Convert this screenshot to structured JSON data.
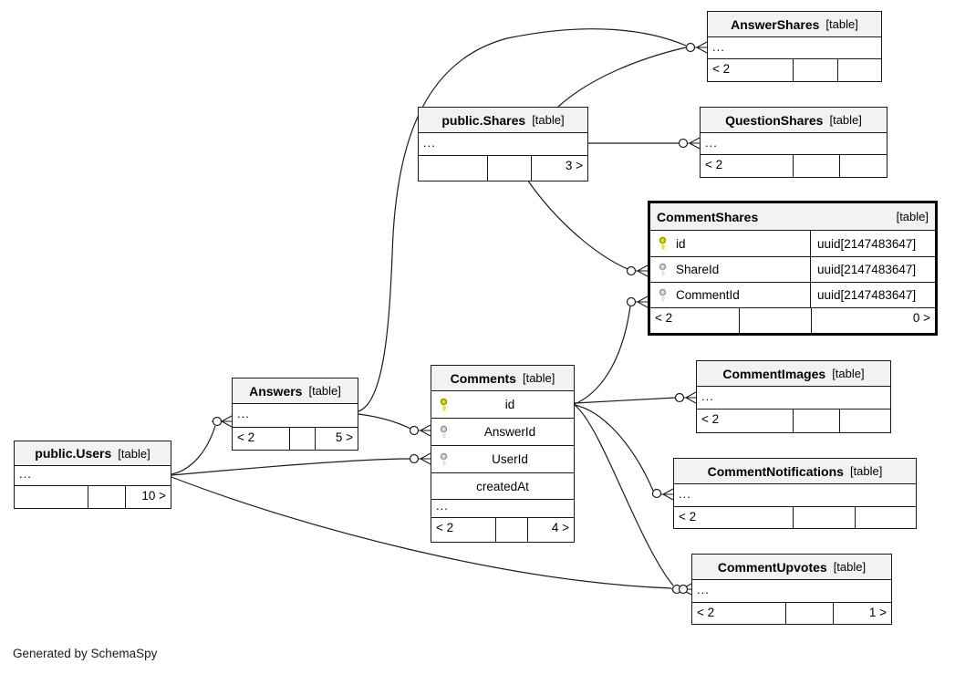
{
  "colors": {
    "header_bg": "#f2f2f2",
    "primary_key_fill": "#e4e000",
    "primary_key_stroke": "#8f8f00",
    "foreign_key_fill": "#dedede",
    "foreign_key_stroke": "#909090",
    "edge": "#1c1c1c"
  },
  "footer_note": "Generated by SchemaSpy",
  "entities": {
    "answer_shares": {
      "name": "AnswerShares",
      "tag": "[table]",
      "ellipsis": "...",
      "footer": {
        "left": "< 2",
        "mid": "",
        "right": ""
      }
    },
    "shares": {
      "name": "public.Shares",
      "tag": "[table]",
      "ellipsis": "...",
      "footer": {
        "left": "",
        "mid": "",
        "right": "3 >"
      }
    },
    "question_shares": {
      "name": "QuestionShares",
      "tag": "[table]",
      "ellipsis": "...",
      "footer": {
        "left": "< 2",
        "mid": "",
        "right": ""
      }
    },
    "comment_shares": {
      "name": "CommentShares",
      "tag": "[table]",
      "columns": [
        {
          "icon": "primary-key",
          "name": "id",
          "type": "uuid[2147483647]"
        },
        {
          "icon": "foreign-key",
          "name": "ShareId",
          "type": "uuid[2147483647]"
        },
        {
          "icon": "foreign-key",
          "name": "CommentId",
          "type": "uuid[2147483647]"
        }
      ],
      "footer": {
        "left": "< 2",
        "mid": "",
        "right": "0 >"
      }
    },
    "answers": {
      "name": "Answers",
      "tag": "[table]",
      "ellipsis": "...",
      "footer": {
        "left": "< 2",
        "mid": "",
        "right": "5 >"
      }
    },
    "comments": {
      "name": "Comments",
      "tag": "[table]",
      "columns": [
        {
          "icon": "primary-key",
          "name": "id"
        },
        {
          "icon": "foreign-key",
          "name": "AnswerId"
        },
        {
          "icon": "foreign-key",
          "name": "UserId"
        },
        {
          "icon": "",
          "name": "createdAt"
        }
      ],
      "ellipsis": "...",
      "footer": {
        "left": "< 2",
        "mid": "",
        "right": "4 >"
      }
    },
    "users": {
      "name": "public.Users",
      "tag": "[table]",
      "ellipsis": "...",
      "footer": {
        "left": "",
        "mid": "",
        "right": "10 >"
      }
    },
    "comment_images": {
      "name": "CommentImages",
      "tag": "[table]",
      "ellipsis": "...",
      "footer": {
        "left": "< 2",
        "mid": "",
        "right": ""
      }
    },
    "comment_notifications": {
      "name": "CommentNotifications",
      "tag": "[table]",
      "ellipsis": "...",
      "footer": {
        "left": "< 2",
        "mid": "",
        "right": ""
      }
    },
    "comment_upvotes": {
      "name": "CommentUpvotes",
      "tag": "[table]",
      "ellipsis": "...",
      "footer": {
        "left": "< 2",
        "mid": "",
        "right": "1 >"
      }
    }
  }
}
